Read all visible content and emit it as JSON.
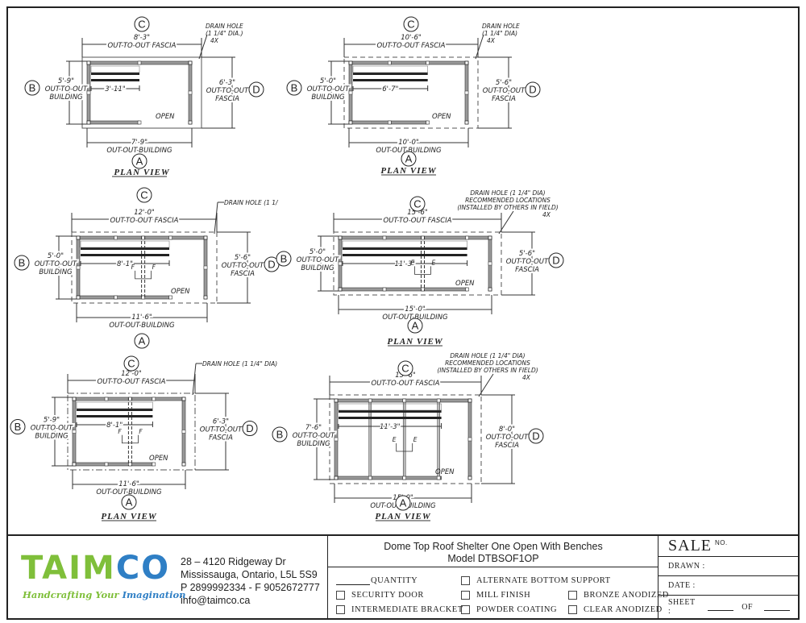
{
  "document": {
    "type": "shop drawing",
    "plan_views": [
      {
        "id": "pv1",
        "label_top": "C",
        "label_bottom": "A",
        "label_left": "B",
        "label_right": "D",
        "fascia_width": "8'-3\"",
        "fascia_width_label": "OUT-TO-OUT FASCIA",
        "building_width": "7'-9\"",
        "building_width_label": "OUT-OUT-BUILDING",
        "building_depth": "5'-9\"",
        "building_depth_label": [
          "OUT-TO-OUT",
          "BUILDING"
        ],
        "fascia_depth": "6'-3\"",
        "fascia_depth_label": [
          "OUT-TO-OUT",
          "FASCIA"
        ],
        "bench_length": "3'-11\"",
        "drain_note": [
          "DRAIN HOLE",
          "(1 1/4\" DIA.)",
          "4X"
        ],
        "open_label": "OPEN",
        "section_marks": [],
        "title": "PLAN VIEW"
      },
      {
        "id": "pv2",
        "label_top": "C",
        "label_bottom": "A",
        "label_left": "B",
        "label_right": "D",
        "fascia_width": "10'-6\"",
        "fascia_width_label": "OUT-TO-OUT FASCIA",
        "building_width": "10'-0\"",
        "building_width_label": "OUT-OUT-BUILDING",
        "building_depth": "5'-0\"",
        "building_depth_label": [
          "OUT-TO-OUT",
          "BUILDING"
        ],
        "fascia_depth": "5'-6\"",
        "fascia_depth_label": [
          "OUT-TO-OUT",
          "FASCIA"
        ],
        "bench_length": "6'-7\"",
        "drain_note": [
          "DRAIN HOLE",
          "(1 1/4\" DIA)",
          "4X"
        ],
        "open_label": "OPEN",
        "section_marks": [],
        "title": "PLAN VIEW"
      },
      {
        "id": "pv3",
        "label_top": "C",
        "label_bottom": "A",
        "label_left": "B",
        "label_right": "D",
        "fascia_width": "12'-0\"",
        "fascia_width_label": "OUT-TO-OUT FASCIA",
        "building_width": "11'-6\"",
        "building_width_label": "OUT-OUT-BUILDING",
        "building_depth": "5'-0\"",
        "building_depth_label": [
          "OUT-TO-OUT",
          "BUILDING"
        ],
        "fascia_depth": "5'-6\"",
        "fascia_depth_label": [
          "OUT-TO-OUT",
          "FASCIA"
        ],
        "bench_length": "8'-1\"",
        "drain_note": [
          "DRAIN HOLE (1 1/"
        ],
        "open_label": "OPEN",
        "section_marks": [
          "F",
          "F"
        ],
        "title": ""
      },
      {
        "id": "pv4",
        "label_top": "C",
        "label_bottom": "A",
        "label_left": "B",
        "label_right": "D",
        "fascia_width": "15'-6\"",
        "fascia_width_label": "OUT-TO-OUT FASCIA",
        "building_width": "15'-0\"",
        "building_width_label": "OUT-OUT-BUILDING",
        "building_depth": "5'-0\"",
        "building_depth_label": [
          "OUT-TO-OUT",
          "BUILDING"
        ],
        "fascia_depth": "5'-6\"",
        "fascia_depth_label": [
          "OUT-TO-OUT",
          "FASCIA"
        ],
        "bench_length": "11'-3\"",
        "drain_note": [
          "DRAIN HOLE (1 1/4\" DIA)",
          "RECOMMENDED LOCATIONS",
          "(INSTALLED BY OTHERS IN FIELD)",
          "4X"
        ],
        "open_label": "OPEN",
        "section_marks": [
          "E",
          "E"
        ],
        "title": "PLAN VIEW"
      },
      {
        "id": "pv5",
        "label_top": "C",
        "label_bottom": "A",
        "label_left": "B",
        "label_right": "D",
        "fascia_width": "12'-0\"",
        "fascia_width_label": "OUT-TO-OUT FASCIA",
        "building_width": "11'-6\"",
        "building_width_label": "OUT-OUT-BUILDING",
        "building_depth": "5'-9\"",
        "building_depth_label": [
          "OUT-TO-OUT",
          "BUILDING"
        ],
        "fascia_depth": "6'-3\"",
        "fascia_depth_label": [
          "OUT-TO-OUT",
          "FASCIA"
        ],
        "bench_length": "8'-1\"",
        "drain_note": [
          "DRAIN HOLE (1 1/4\" DIA)"
        ],
        "open_label": "OPEN",
        "section_marks": [
          "F",
          "F"
        ],
        "title": "PLAN VIEW"
      },
      {
        "id": "pv6",
        "label_top": "C",
        "label_bottom": "A",
        "label_left": "B",
        "label_right": "D",
        "fascia_width": "15'-6\"",
        "fascia_width_label": "OUT-TO-OUT FASCIA",
        "building_width": "15'-0\"",
        "building_width_label": "OUT-OUT-BUILDING",
        "building_depth": "7'-6\"",
        "building_depth_label": [
          "OUT-TO-OUT",
          "BUILDING"
        ],
        "fascia_depth": "8'-0\"",
        "fascia_depth_label": [
          "OUT-TO-OUT",
          "FASCIA"
        ],
        "bench_length": "11'-3\"",
        "drain_note": [
          "DRAIN HOLE (1 1/4\" DIA)",
          "RECOMMENDED LOCATIONS",
          "(INSTALLED BY OTHERS IN FIELD)",
          "4X"
        ],
        "open_label": "OPEN",
        "section_marks": [
          "E",
          "E"
        ],
        "title": "PLAN VIEW"
      }
    ]
  },
  "title_block": {
    "company": {
      "logo_part1": "TAIM",
      "logo_part2": "CO",
      "tagline_part1": "Handcrafting Your ",
      "tagline_part2": "Imagination",
      "address_line1": "28 – 4120 Ridgeway Dr",
      "address_line2": "Mississauga, Ontario, L5L 5S9",
      "phone_fax": "P 2899992334 - F 9052672777",
      "email": "info@taimco.ca",
      "colors": {
        "green": "#7fbf3a",
        "blue": "#2f7fc5"
      }
    },
    "product": {
      "title": "Dome Top Roof Shelter One Open With Benches",
      "model": "Model DTBSOF1OP"
    },
    "options": {
      "quantity_label": "QUANTITY",
      "checkboxes": [
        {
          "label": "ALTERNATE BOTTOM SUPPORT",
          "checked": false
        },
        {
          "label": "SECURITY DOOR",
          "checked": false
        },
        {
          "label": "MILL FINISH",
          "checked": false
        },
        {
          "label": "BRONZE ANODIZED",
          "checked": false
        },
        {
          "label": "INTERMEDIATE BRACKET",
          "checked": false
        },
        {
          "label": "POWDER COATING",
          "checked": false
        },
        {
          "label": "CLEAR ANODIZED",
          "checked": false
        }
      ]
    },
    "sale": {
      "sale_label": "SALE",
      "no_label": "NO.",
      "drawn_label": "DRAWN :",
      "date_label": "DATE :",
      "sheet_label": "SHEET :",
      "of_label": "OF"
    }
  }
}
